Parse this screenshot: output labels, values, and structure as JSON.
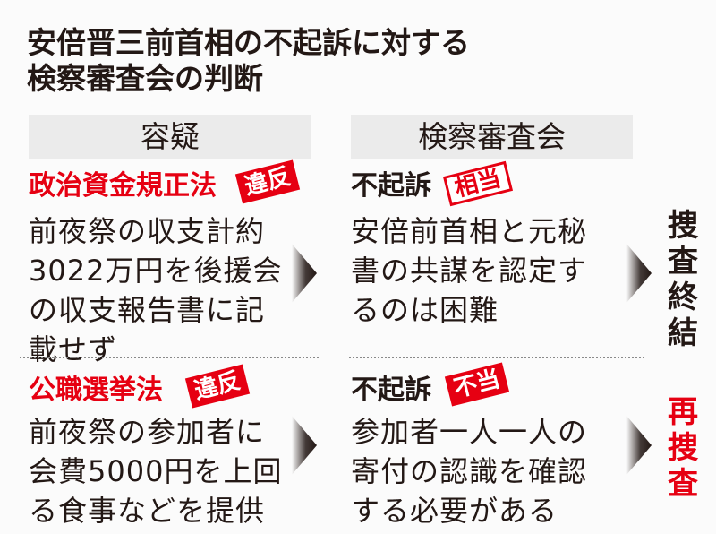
{
  "title": {
    "line1": "安倍晋三前首相の不起訴に対する",
    "line2": "検察審査会の判断"
  },
  "columns": {
    "left_header": "容疑",
    "right_header": "検察審査会"
  },
  "rows": [
    {
      "charge": {
        "law": "政治資金規正法",
        "stamp": "違反",
        "description": [
          "前夜祭の収支計約",
          "3022万円を後援会",
          "の収支報告書に記",
          "載せず"
        ]
      },
      "review": {
        "decision": "不起訴",
        "stamp": "相当",
        "stamp_style": "outlined",
        "description": [
          "安倍前首相と元秘",
          "書の共謀を認定す",
          "るのは困難"
        ]
      },
      "outcome": {
        "chars": [
          "捜",
          "査",
          "終",
          "結"
        ],
        "color": "#231815"
      }
    },
    {
      "charge": {
        "law": "公職選挙法",
        "stamp": "違反",
        "description": [
          "前夜祭の参加者に",
          "会費5000円を上回",
          "る食事などを提供"
        ]
      },
      "review": {
        "decision": "不起訴",
        "stamp": "不当",
        "stamp_style": "filled",
        "description": [
          "参加者一人一人の",
          "寄付の認識を確認",
          "する必要がある"
        ]
      },
      "outcome": {
        "chars": [
          "再",
          "捜",
          "査"
        ],
        "color": "#e60012"
      }
    }
  ],
  "colors": {
    "accent_red": "#e60012",
    "text": "#231815",
    "header_bg": "#ebebeb"
  }
}
